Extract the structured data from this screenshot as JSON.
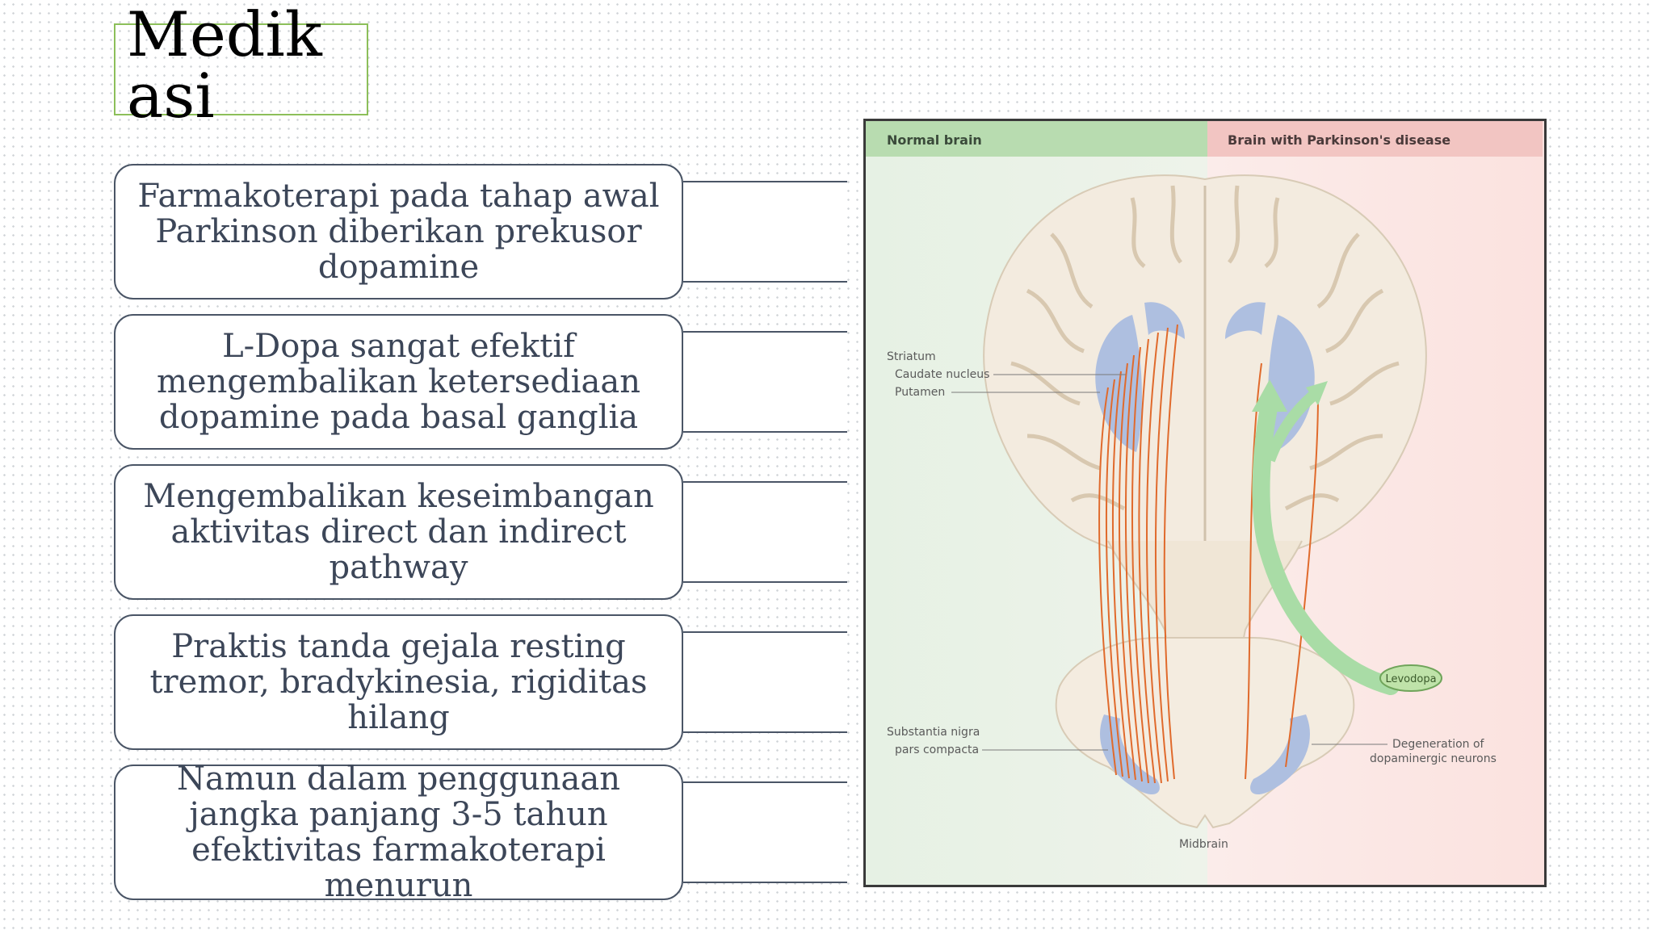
{
  "slide": {
    "title": "Medikasi",
    "points": [
      "Farmakoterapi pada tahap awal Parkinson diberikan prekusor dopamine",
      "L-Dopa sangat efektif mengembalikan ketersediaan dopamine pada basal ganglia",
      "Mengembalikan keseimbangan aktivitas direct dan indirect pathway",
      "Praktis tanda gejala resting tremor, bradykinesia, rigiditas hilang",
      "Namun dalam penggunaan jangka panjang 3-5 tahun efektivitas farmakoterapi menurun"
    ]
  },
  "figure": {
    "header_left": "Normal brain",
    "header_right": "Brain with Parkinson's disease",
    "labels": {
      "striatum": "Striatum",
      "caudate": "Caudate nucleus",
      "putamen": "Putamen",
      "substantia_1": "Substantia nigra",
      "substantia_2": "pars compacta",
      "levodopa": "Levodopa",
      "degeneration_1": "Degeneration of",
      "degeneration_2": "dopaminergic neurons",
      "midbrain": "Midbrain"
    },
    "colors": {
      "normal_header": "#b8dcb0",
      "parkinson_header": "#f2c5c2",
      "pathway": "#e06a2c",
      "nucleus": "#aebfe0",
      "levodopa_arrow": "#a9dca6",
      "tissue": "#f1e9dc"
    }
  }
}
